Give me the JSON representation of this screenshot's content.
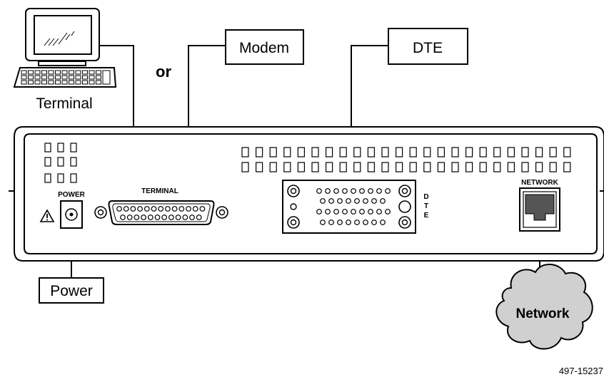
{
  "labels": {
    "terminal": "Terminal",
    "or": "or",
    "modem": "Modem",
    "dte_box": "DTE",
    "power_box": "Power",
    "network_cloud": "Network",
    "figure_id": "497-15237"
  },
  "panel": {
    "power": "POWER",
    "terminal_port": "TERMINAL",
    "dte_port": [
      "D",
      "T",
      "E"
    ],
    "network_port": "NETWORK"
  },
  "icons": {
    "warning": "warning-triangle-icon",
    "terminal": "computer-terminal-icon",
    "network": "cloud-icon"
  }
}
